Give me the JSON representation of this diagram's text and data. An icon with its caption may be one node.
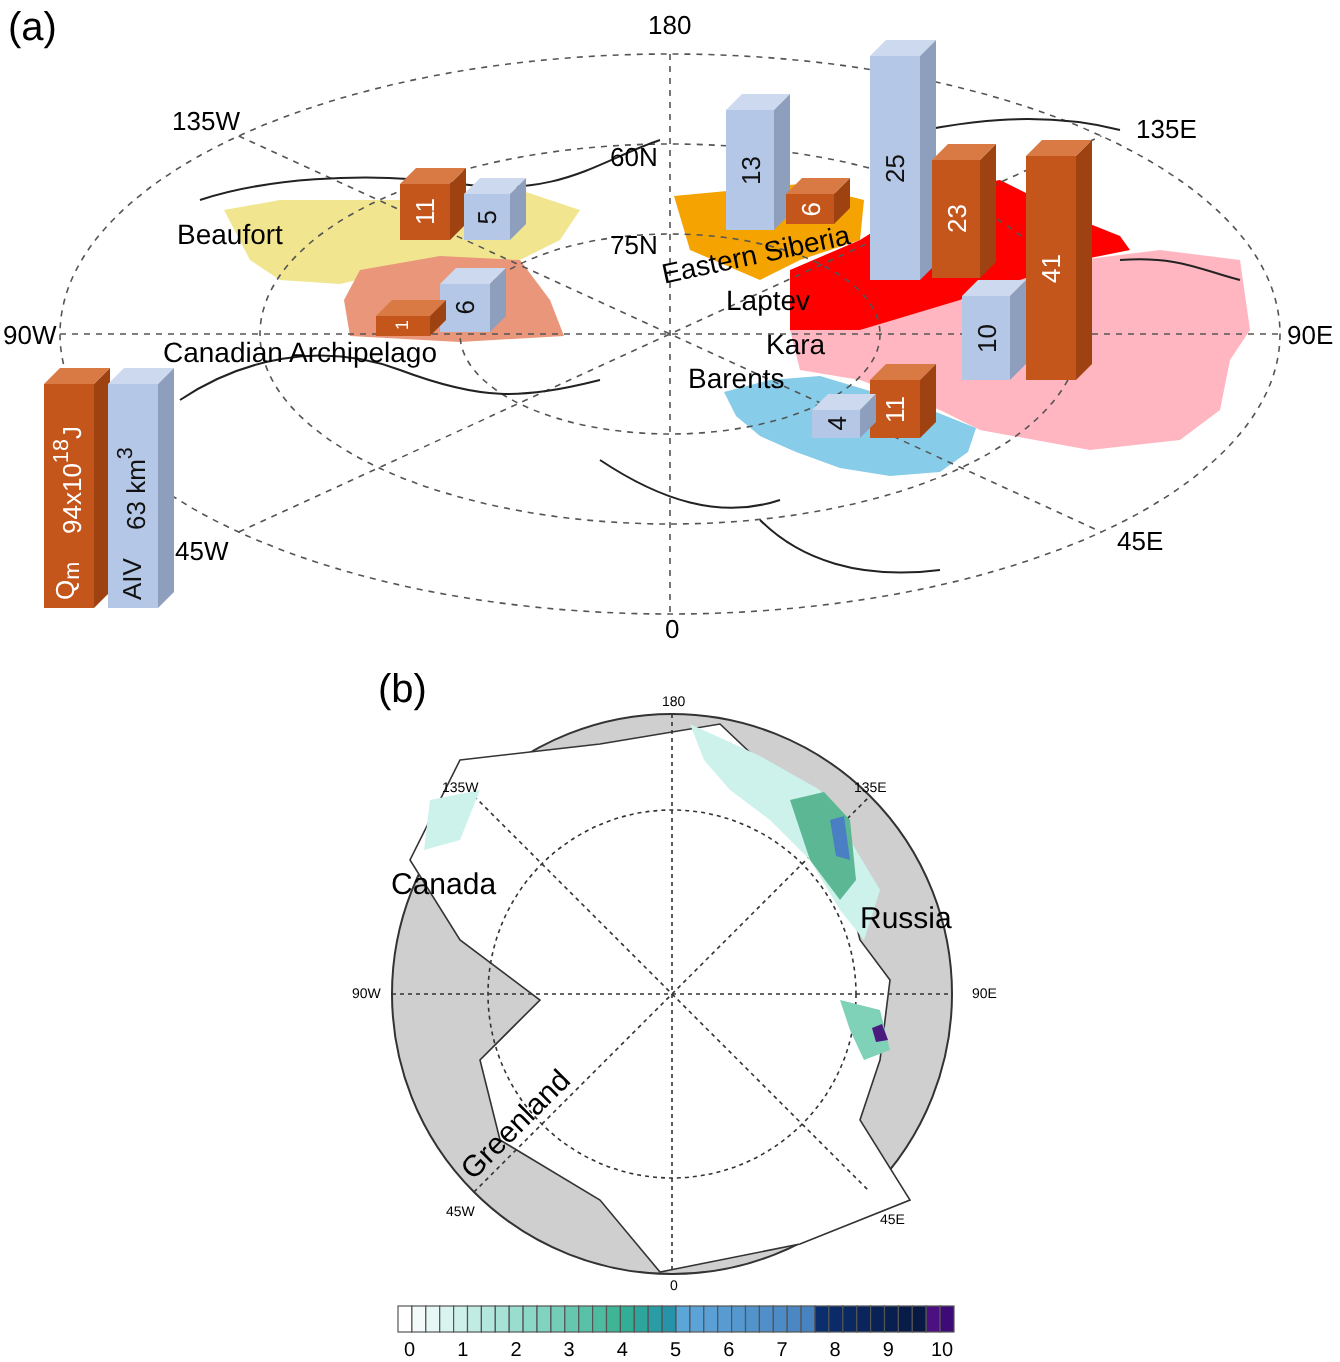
{
  "diagram": {
    "nodes": [
      {
        "text": [
          "25"
        ]
      },
      {
        "text": [
          "13"
        ]
      },
      {
        "text": [
          "41"
        ]
      },
      {
        "text": [
          "23"
        ]
      },
      {
        "text": [
          "11"
        ]
      },
      {
        "text": [
          "5"
        ]
      },
      {
        "text": [
          "6"
        ]
      },
      {
        "text": [
          "6"
        ]
      },
      {
        "text": [
          "10"
        ]
      },
      {
        "text": [
          "1"
        ]
      },
      {
        "text": [
          "Q$_{m}$",
          "94x10$^{18}$J"
        ]
      },
      {
        "text": [
          "AIV",
          "63 km$^{3}$"
        ]
      },
      {
        "text": [
          "11"
        ]
      },
      {
        "text": [
          "4"
        ]
      }
    ],
    "labels": [
      "(a)",
      "180",
      "135W",
      "60N",
      "135E",
      "75N",
      "Beaufort",
      "Eastern Siberia",
      "Laptev",
      "90W",
      "Canadian Archipelago",
      "90E",
      "Kara",
      "Barents",
      "45W",
      "45E",
      "0",
      "(b)",
      "180",
      "135W",
      "135E",
      "Canada",
      "Russia",
      "90W",
      "90E",
      "Greenland",
      "45W",
      "45E",
      "0",
      "0",
      "1",
      "2",
      "3",
      "4",
      "5",
      "6",
      "7",
      "8",
      "9",
      "10"
    ]
  }
}
